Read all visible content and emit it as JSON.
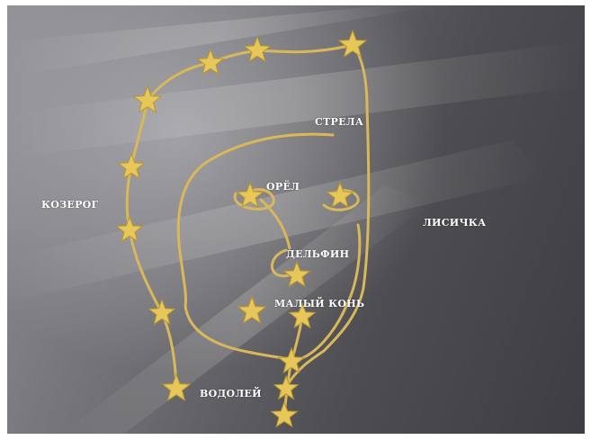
{
  "labels": {
    "strela": "СТРЕЛА",
    "orel": "ОРЁЛ",
    "kozerog": "КОЗЕРОГ",
    "lisichka": "ЛИСИЧКА",
    "delfin": "ДЕЛЬФИН",
    "malyi_kon": "МАЛЫЙ КОНЬ",
    "vodolei": "ВОДОЛЕЙ"
  },
  "colors": {
    "star": "#e8c75a",
    "star_stroke": "#b8952e",
    "line": "#d8b85a",
    "label": "#ffffff"
  },
  "icons": {
    "star": "star-icon"
  }
}
